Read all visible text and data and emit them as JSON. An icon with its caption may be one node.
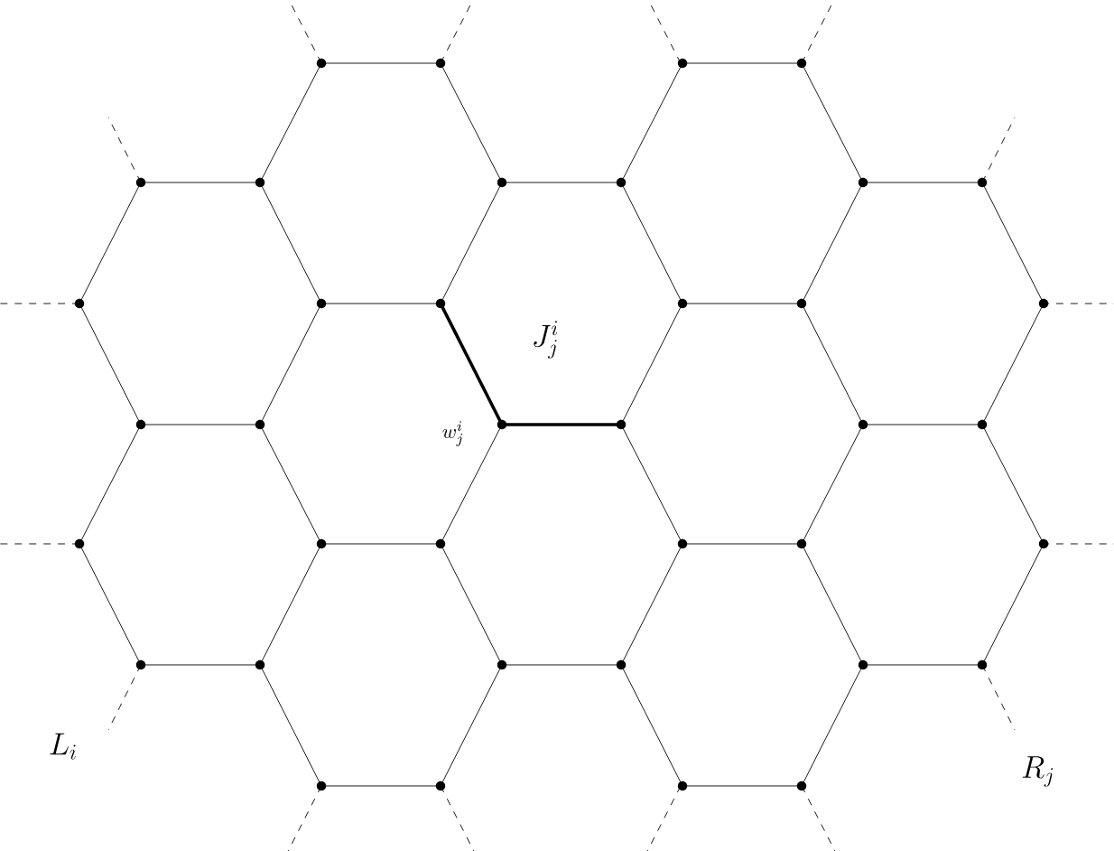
{
  "diagram": {
    "labels": [
      "J_j^i",
      "w_j^i",
      "L_i",
      "R_j"
    ]
  }
}
